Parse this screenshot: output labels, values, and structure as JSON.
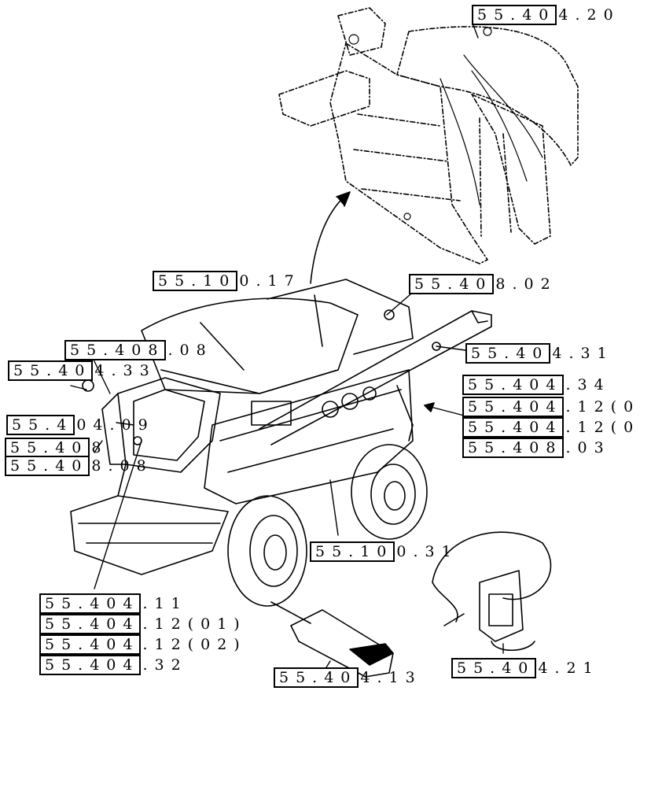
{
  "diagram": {
    "references": [
      {
        "id": "r1",
        "boxed": "55.40",
        "rest": "4.20"
      },
      {
        "id": "r2",
        "boxed": "55.10",
        "rest": "0.17"
      },
      {
        "id": "r3",
        "boxed": "55.40",
        "rest": "8.02"
      },
      {
        "id": "r4",
        "boxed": "55.408",
        "rest": ".08"
      },
      {
        "id": "r5",
        "boxed": "55.40",
        "rest": "4.31"
      },
      {
        "id": "r6",
        "boxed": "55.40",
        "rest": "4.33"
      },
      {
        "id": "r7",
        "boxed": "55.404",
        "rest": ".34"
      },
      {
        "id": "r8",
        "boxed": "55.404",
        "rest": ".12(0"
      },
      {
        "id": "r9",
        "boxed": "55.404",
        "rest": ".12(0"
      },
      {
        "id": "r10",
        "boxed": "55.408",
        "rest": ".03"
      },
      {
        "id": "r11",
        "boxed": "55.4",
        "rest": "04.09"
      },
      {
        "id": "r12",
        "boxed": "55.40",
        "rest": "8"
      },
      {
        "id": "r13",
        "boxed": "55.40",
        "rest": "8.08"
      },
      {
        "id": "r14",
        "boxed": "55.10",
        "rest": "0.31"
      },
      {
        "id": "r15",
        "boxed": "55.404",
        "rest": ".11"
      },
      {
        "id": "r16",
        "boxed": "55.404",
        "rest": ".12(01)"
      },
      {
        "id": "r17",
        "boxed": "55.404",
        "rest": ".12(02)"
      },
      {
        "id": "r18",
        "boxed": "55.404",
        "rest": ".32"
      },
      {
        "id": "r19",
        "boxed": "55.40",
        "rest": "4.13"
      },
      {
        "id": "r20",
        "boxed": "55.40",
        "rest": "4.21"
      }
    ]
  }
}
